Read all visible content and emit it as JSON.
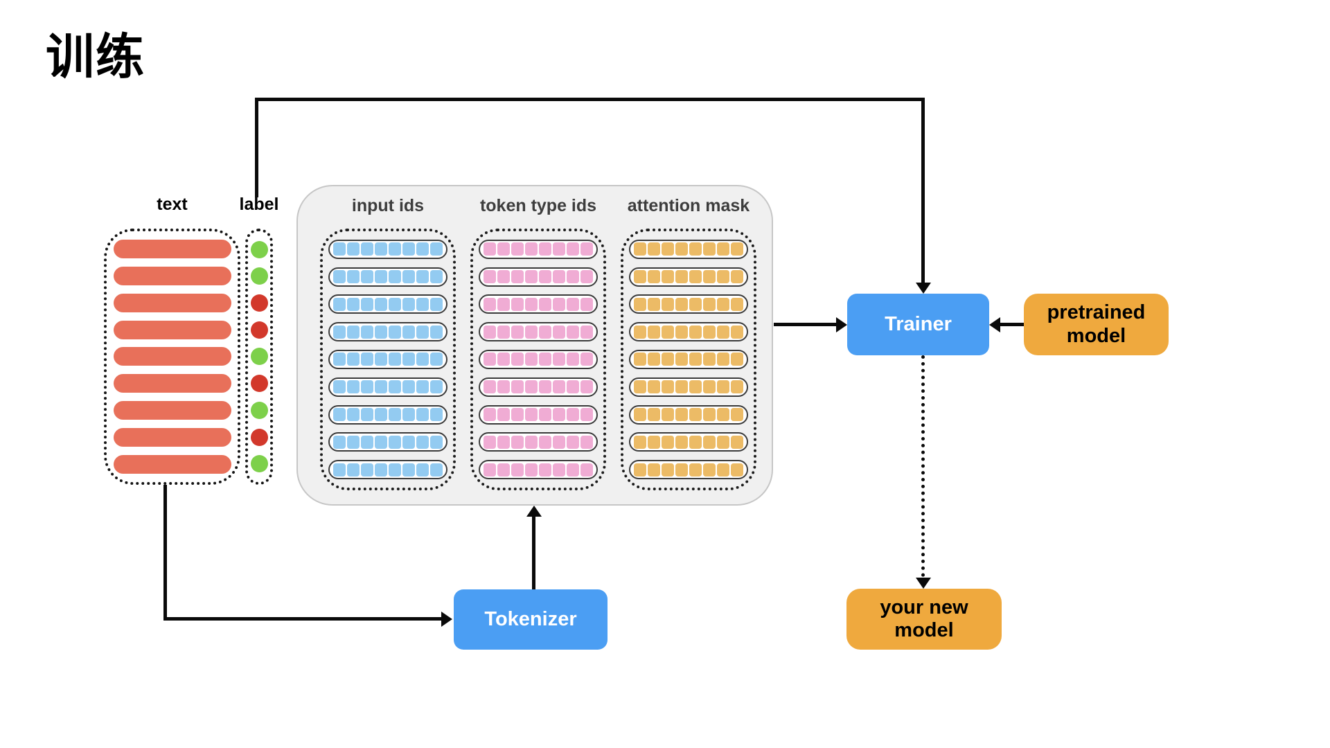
{
  "title": "训练",
  "dataset": {
    "text_header": "text",
    "label_header": "label",
    "rows": 9,
    "labels": [
      "green",
      "green",
      "red",
      "red",
      "green",
      "red",
      "green",
      "red",
      "green"
    ]
  },
  "batch_panel": {
    "rows": 9,
    "cells_per_row": 8,
    "columns": [
      {
        "id": "input-ids",
        "label": "input ids",
        "color": "#93CBF1"
      },
      {
        "id": "token-type-ids",
        "label": "token type ids",
        "color": "#F0ACD4"
      },
      {
        "id": "attention-mask",
        "label": "attention mask",
        "color": "#ECBB66"
      }
    ]
  },
  "nodes": {
    "trainer": {
      "label": "Trainer"
    },
    "tokenizer": {
      "label": "Tokenizer"
    },
    "pretrained": {
      "label": "pretrained\nmodel"
    },
    "new_model": {
      "label": "your new\nmodel"
    }
  },
  "colors": {
    "green": "#7DD04A",
    "red": "#D2382B",
    "bar_salmon": "#E8705A",
    "node_blue": "#4B9EF3",
    "node_orange": "#EFA93E",
    "panel_bg": "#F0F0F0",
    "line_black": "#0A0A0A"
  }
}
